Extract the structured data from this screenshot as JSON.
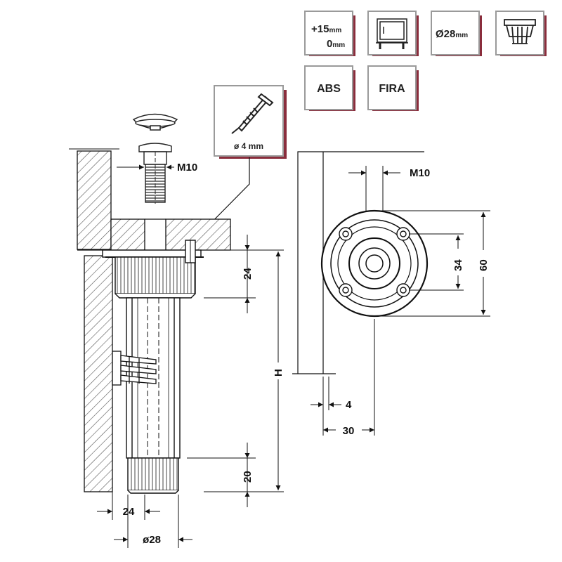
{
  "badges": {
    "range_top": "+15",
    "range_top_unit": "mm",
    "range_bottom": "0",
    "range_bottom_unit": "mm",
    "diameter": "Ø28",
    "diameter_unit": "mm",
    "material": "ABS",
    "brand": "FIRA",
    "screw_size": "ø 4 mm"
  },
  "dimensions": {
    "bolt_thread": "M10",
    "plate_thread": "M10",
    "top_height": "24",
    "adjust_height": "H",
    "bottom_height": "20",
    "base_width": "24",
    "foot_diameter": "ø28",
    "bolt_spacing": "34",
    "plate_diameter": "60",
    "panel_offset": "4",
    "center_offset": "30"
  },
  "colors": {
    "badge_shadow": "#8a2d3c",
    "badge_border": "#9a9a9a",
    "line": "#111111"
  }
}
